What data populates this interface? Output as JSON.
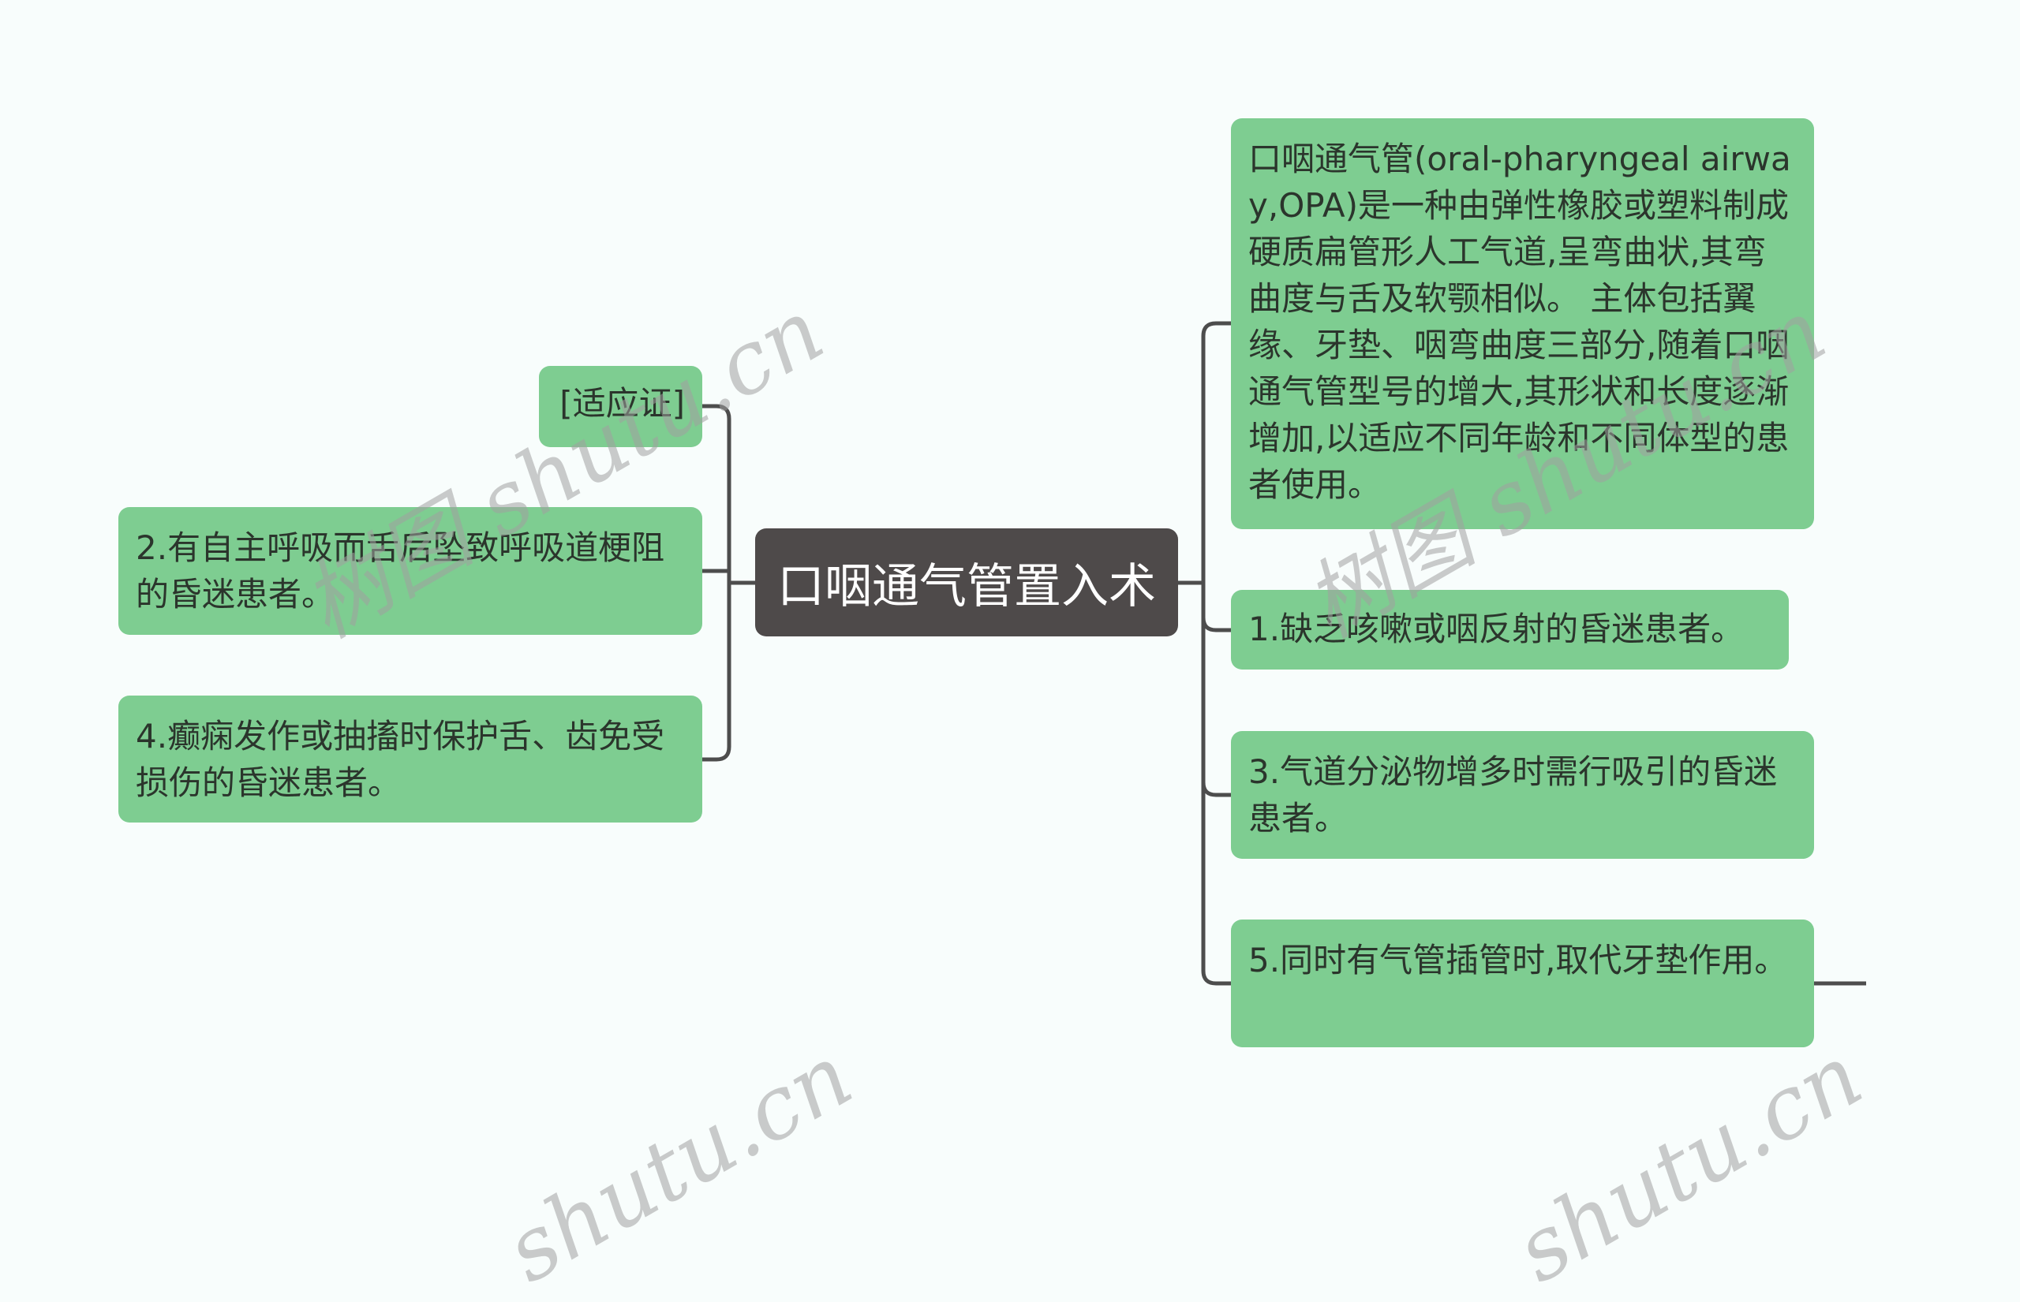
{
  "mindmap": {
    "root": {
      "label": "口咽通气管置入术"
    },
    "left": [
      {
        "label": "[适应证]"
      },
      {
        "label": "2.有自主呼吸而舌后坠致呼吸道梗阻的昏迷患者。"
      },
      {
        "label": "4.癫痫发作或抽搐时保护舌、齿免受损伤的昏迷患者。"
      }
    ],
    "right": [
      {
        "label": "口咽通气管(oral-pharyngeal airway,OPA)是一种由弹性橡胶或塑料制成硬质扁管形人工气道,呈弯曲状,其弯曲度与舌及软颚相似。 主体包括翼缘、牙垫、咽弯曲度三部分,随着口咽通气管型号的增大,其形状和长度逐渐增加,以适应不同年龄和不同体型的患者使用。"
      },
      {
        "label": "1.缺乏咳嗽或咽反射的昏迷患者。"
      },
      {
        "label": "3.气道分泌物增多时需行吸引的昏迷患者。"
      },
      {
        "label": "5.同时有气管插管时,取代牙垫作用。"
      }
    ]
  },
  "watermark": {
    "text": "树图 shutu.cn",
    "text_short": "shutu.cn"
  },
  "colors": {
    "background": "#f8fdfc",
    "node": "#7ecd91",
    "root": "#4e4a4a",
    "line": "#4d4d4d"
  }
}
